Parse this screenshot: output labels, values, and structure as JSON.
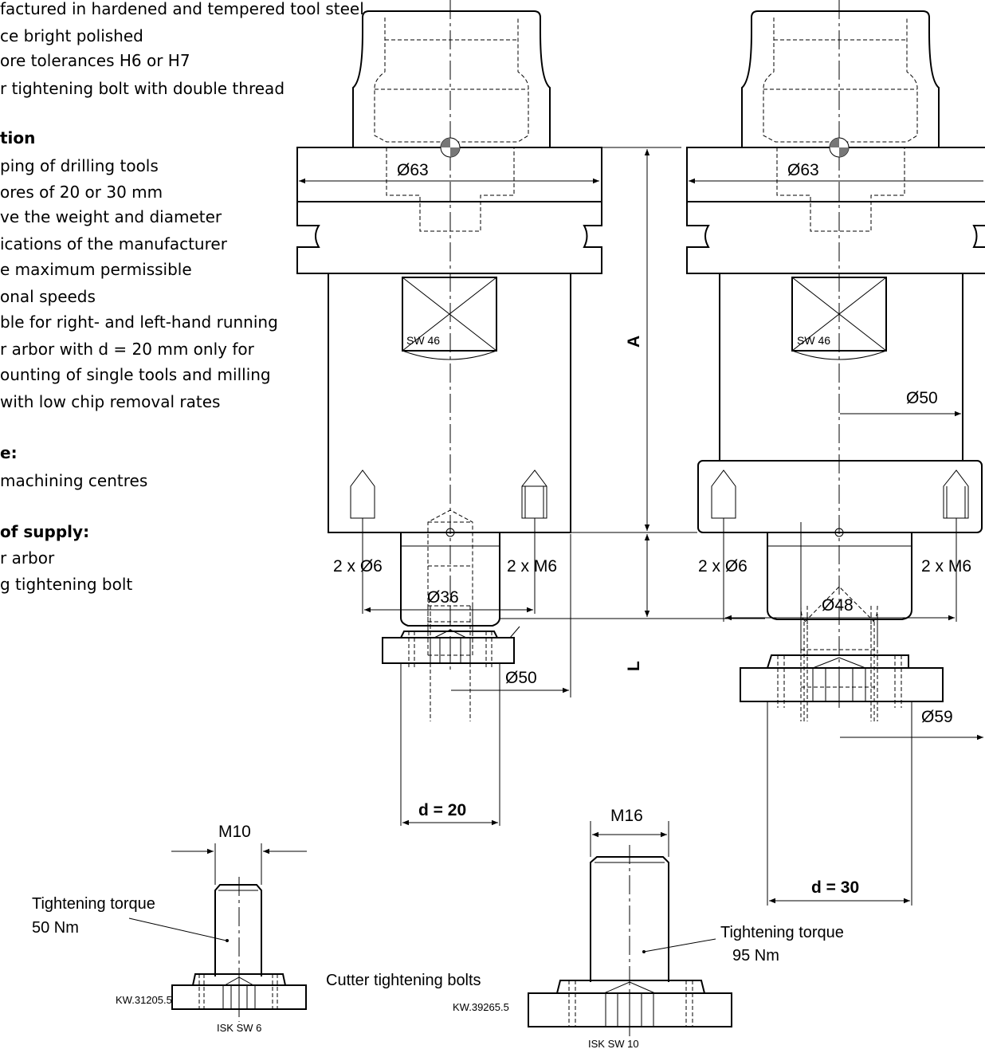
{
  "intro": {
    "lines": [
      "factured in hardened and tempered tool steel",
      "ce bright polished",
      "ore tolerances H6 or H7",
      "r tightening bolt with double thread"
    ],
    "application_heading": "tion",
    "application_lines": [
      "ping of drilling tools",
      "ores of 20 or 30 mm",
      "ve the weight and diameter",
      "ications of the manufacturer",
      "e maximum permissible",
      "onal speeds",
      "ble for right- and left-hand running",
      "r arbor with d = 20 mm only for",
      "ounting of single tools and milling",
      "with low chip removal rates"
    ],
    "use_heading": "e:",
    "use_lines": [
      "machining centres"
    ],
    "supply_heading": "of supply:",
    "supply_lines": [
      "r arbor",
      "g tightening bolt"
    ]
  },
  "left_arbor": {
    "collar_diameter": "Ø63",
    "wrench_flat": "SW 46",
    "holes_left": "2 x Ø6",
    "holes_right": "2 x M6",
    "hole_circle": "Ø36",
    "body_diameter": "Ø50",
    "bore": "d = 20"
  },
  "right_arbor": {
    "collar_diameter": "Ø63",
    "wrench_flat": "SW 46",
    "body_diameter": "Ø50",
    "holes_left": "2 x Ø6",
    "holes_right": "2 x M6",
    "hole_circle": "Ø48",
    "face_diameter": "Ø59",
    "bore": "d = 30"
  },
  "dimensions": {
    "A": "A",
    "L": "L"
  },
  "bolt_small": {
    "thread": "M10",
    "torque_line1": "Tightening torque",
    "torque_line2": "50 Nm",
    "part_no": "KW.31205.5",
    "socket": "ISK SW 6"
  },
  "bolt_large": {
    "thread": "M16",
    "torque_line1": "Tightening torque",
    "torque_line2": "95 Nm",
    "part_no": "KW.39265.5",
    "socket": "ISK SW 10"
  },
  "caption": "Cutter tightening bolts"
}
